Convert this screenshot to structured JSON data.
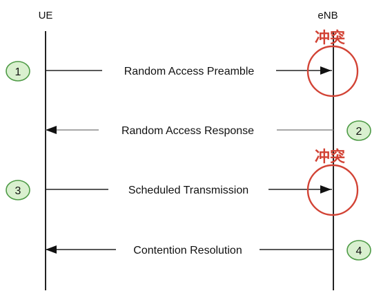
{
  "participants": {
    "ue": "UE",
    "enb": "eNB"
  },
  "messages": [
    {
      "step": "1",
      "label": "Random Access Preamble",
      "direction": "ue-to-enb",
      "collision": true
    },
    {
      "step": "2",
      "label": "Random Access Response",
      "direction": "enb-to-ue",
      "collision": false
    },
    {
      "step": "3",
      "label": "Scheduled Transmission",
      "direction": "ue-to-enb",
      "collision": true
    },
    {
      "step": "4",
      "label": "Contention Resolution",
      "direction": "enb-to-ue",
      "collision": false
    }
  ],
  "collision_note": "冲突",
  "colors": {
    "badge_fill": "#d9f0cf",
    "badge_stroke": "#4d9a45",
    "collision": "#d24335",
    "line": "#222222",
    "response_line": "#8a8a8a"
  }
}
